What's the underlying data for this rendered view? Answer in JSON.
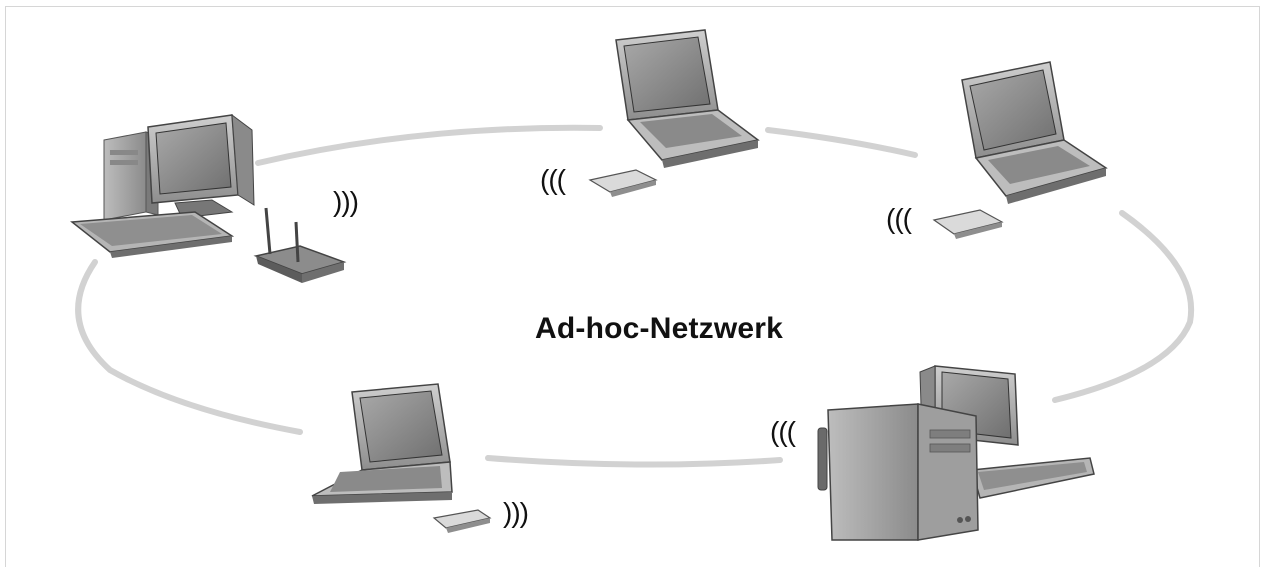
{
  "diagram": {
    "title": "Ad-hoc-Netzwerk",
    "signal_out": ")))",
    "signal_in": "(((",
    "nodes": [
      {
        "id": "desktop-left",
        "type": "desktop-computer-with-router"
      },
      {
        "id": "laptop-top-center",
        "type": "laptop-with-wlan-card"
      },
      {
        "id": "laptop-top-right",
        "type": "laptop-with-wlan-card"
      },
      {
        "id": "laptop-bottom-left",
        "type": "laptop-with-wlan-card"
      },
      {
        "id": "desktop-bottom-right",
        "type": "desktop-tower-with-antenna"
      }
    ],
    "colors": {
      "ring": "#d2d2d2",
      "device_dark": "#6e6e6e",
      "device_mid": "#9a9a9a",
      "device_light": "#cfcfcf",
      "screen": "#8a8a8a",
      "text": "#111111"
    }
  }
}
